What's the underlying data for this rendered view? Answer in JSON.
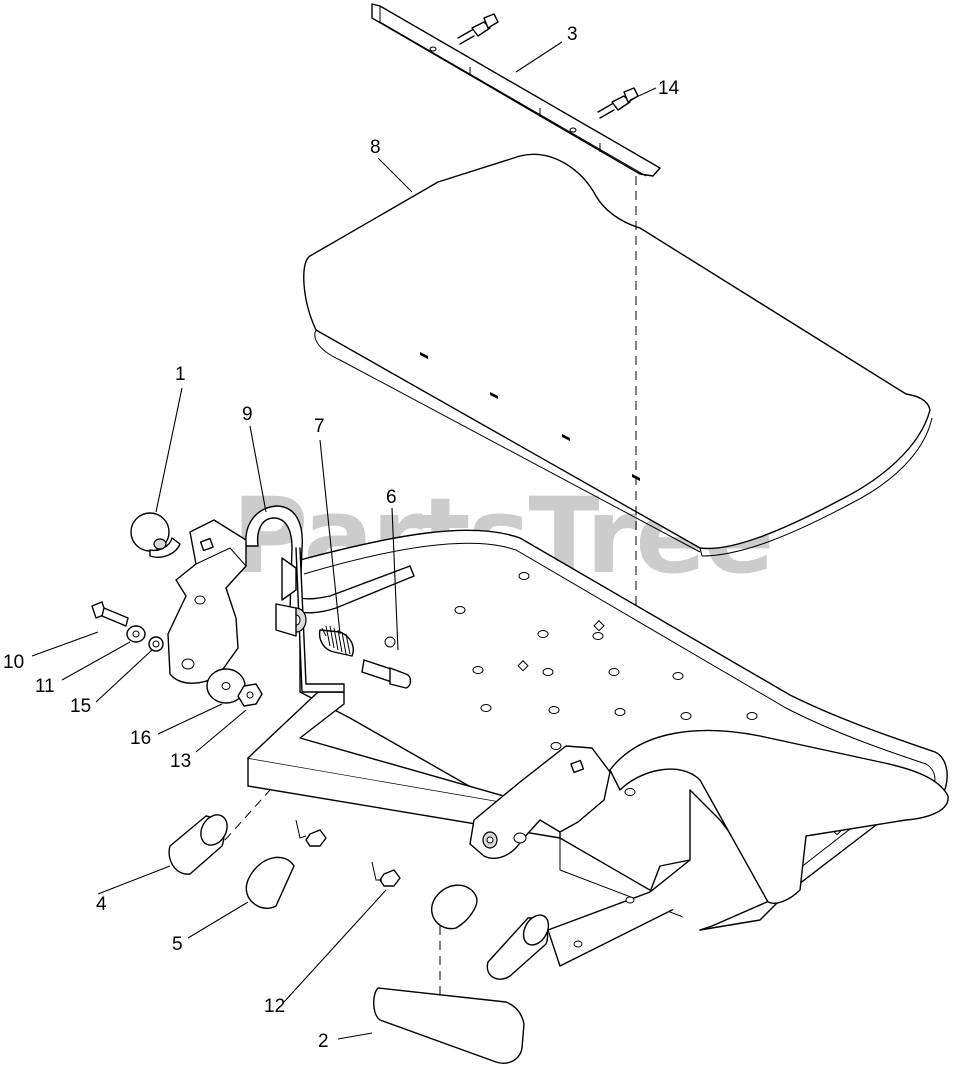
{
  "diagram": {
    "watermark": "PartsTree",
    "watermark_tm": "TM",
    "callouts": [
      {
        "id": "c1",
        "label": "1"
      },
      {
        "id": "c2",
        "label": "2"
      },
      {
        "id": "c3",
        "label": "3"
      },
      {
        "id": "c4",
        "label": "4"
      },
      {
        "id": "c5",
        "label": "5"
      },
      {
        "id": "c6",
        "label": "6"
      },
      {
        "id": "c7",
        "label": "7"
      },
      {
        "id": "c8",
        "label": "8"
      },
      {
        "id": "c9",
        "label": "9"
      },
      {
        "id": "c10",
        "label": "10"
      },
      {
        "id": "c11",
        "label": "11"
      },
      {
        "id": "c12",
        "label": "12"
      },
      {
        "id": "c13",
        "label": "13"
      },
      {
        "id": "c14",
        "label": "14"
      },
      {
        "id": "c15",
        "label": "15"
      },
      {
        "id": "c16",
        "label": "16"
      }
    ]
  }
}
